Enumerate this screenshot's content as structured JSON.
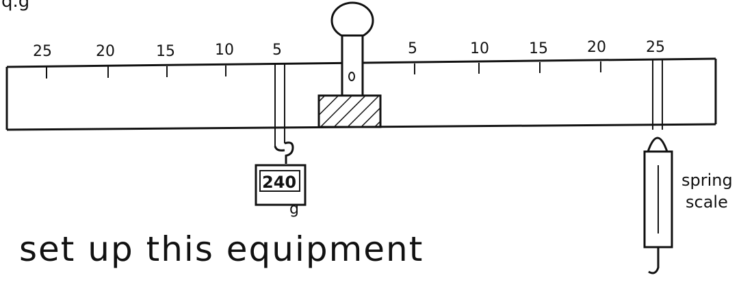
{
  "diagram": {
    "top_fragment": "q.g",
    "left_scale_labels": [
      "25",
      "20",
      "15",
      "10",
      "5"
    ],
    "right_scale_labels": [
      "5",
      "10",
      "15",
      "20",
      "25"
    ],
    "hanging_mass": {
      "value": "240",
      "unit": "g"
    },
    "spring_scale_label": [
      "spring",
      "scale"
    ],
    "instruction": "set up this equipment"
  }
}
